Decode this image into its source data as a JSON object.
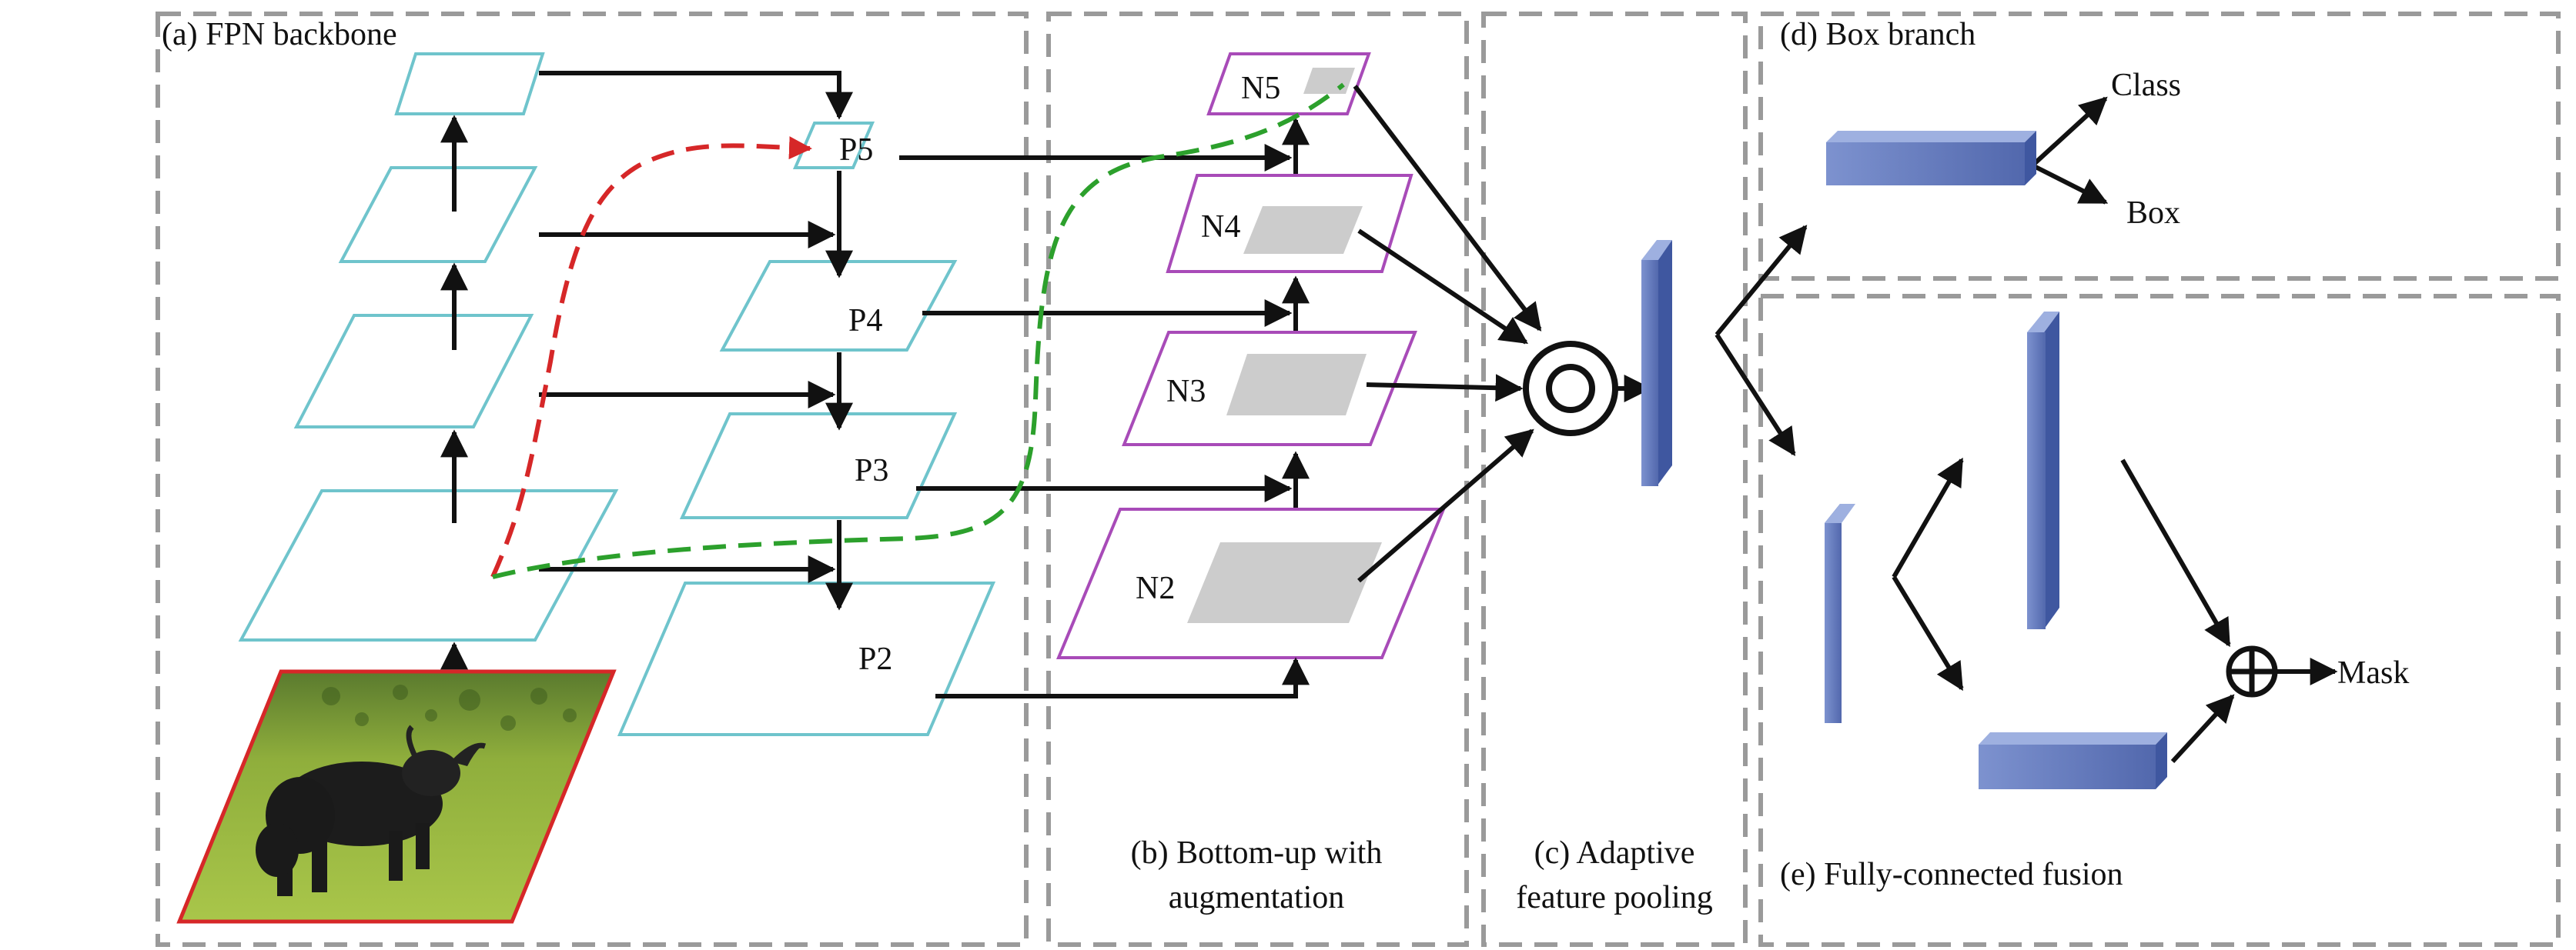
{
  "panels": {
    "fpn_backbone": "(a) FPN backbone",
    "bottom_up_line1": "(b) Bottom-up with",
    "bottom_up_line2": "augmentation",
    "adaptive_line1": "(c) Adaptive",
    "adaptive_line2": "feature pooling",
    "box_branch": "(d) Box branch",
    "fc_fusion": "(e) Fully-connected fusion"
  },
  "fpn_levels": [
    "P5",
    "P4",
    "P3",
    "P2"
  ],
  "bottom_up_levels": [
    "N5",
    "N4",
    "N3",
    "N2"
  ],
  "box_outputs": {
    "class": "Class",
    "box": "Box"
  },
  "fusion_output": "Mask",
  "colors": {
    "fpn_plane": "#6fc4cc",
    "augment_plane": "#a84bb8",
    "roi_fill": "#cccccc",
    "feature_block": "#5b73b8",
    "path_red": "#d62728",
    "path_green": "#2ca02c",
    "panel_border": "#9a9a9a"
  },
  "image_description_icon": "yak-photo"
}
